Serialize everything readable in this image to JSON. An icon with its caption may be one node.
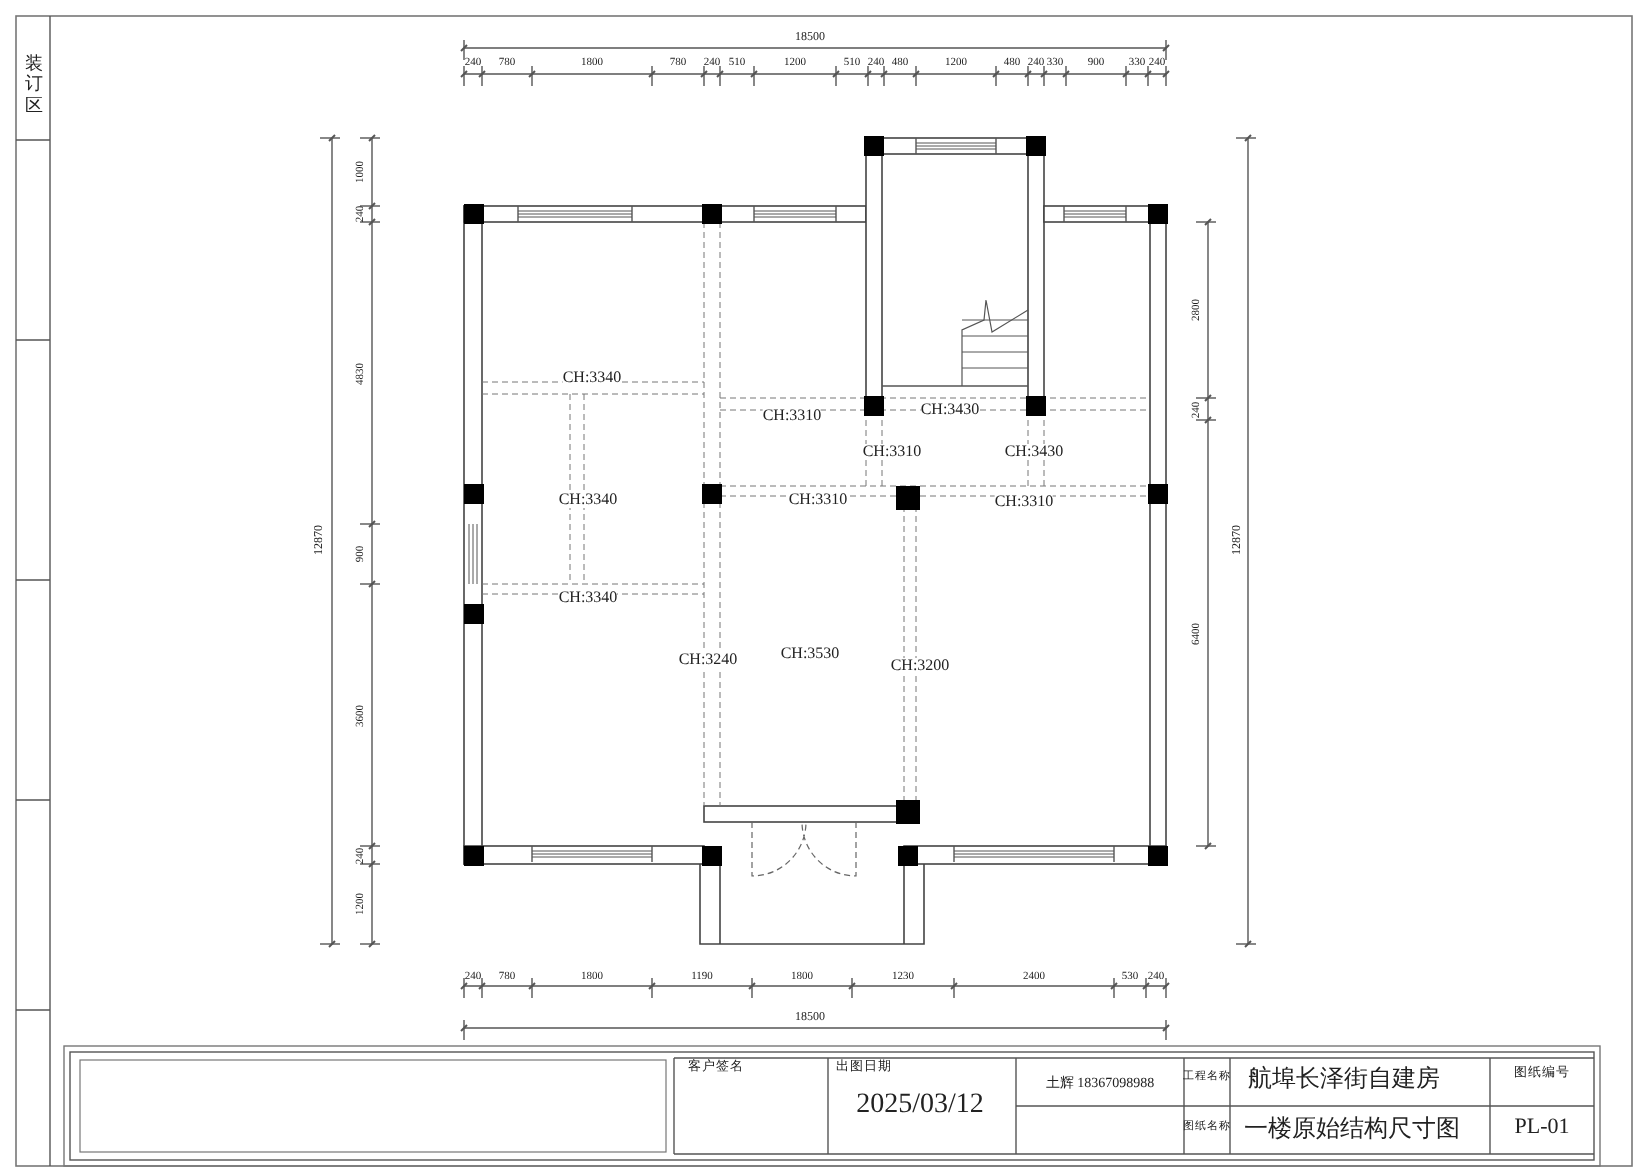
{
  "diagram": {
    "labels": [
      "装订区",
      "18500",
      "240",
      "780",
      "1800",
      "780",
      "240",
      "510",
      "1200",
      "510",
      "240",
      "480",
      "1200",
      "480",
      "240",
      "330",
      "900",
      "330",
      "240",
      "12870",
      "1000",
      "240",
      "4830",
      "900",
      "3600",
      "240",
      "1200",
      "12870",
      "2800",
      "240",
      "6400",
      "CH:3340",
      "CH:3310",
      "CH:3430",
      "CH:3310",
      "CH:3430",
      "CH:3340",
      "CH:3310",
      "CH:3310",
      "CH:3340",
      "CH:3240",
      "CH:3530",
      "CH:3200",
      "240",
      "780",
      "1800",
      "1190",
      "1800",
      "1230",
      "2400",
      "530",
      "240",
      "18500",
      "客户签名",
      "出图日期",
      "2025/03/12",
      "土辉 18367098988",
      "工程名称",
      "航埠长泽街自建房",
      "图纸名称",
      "一楼原始结构尺寸图",
      "图纸编号",
      "PL-01"
    ]
  }
}
